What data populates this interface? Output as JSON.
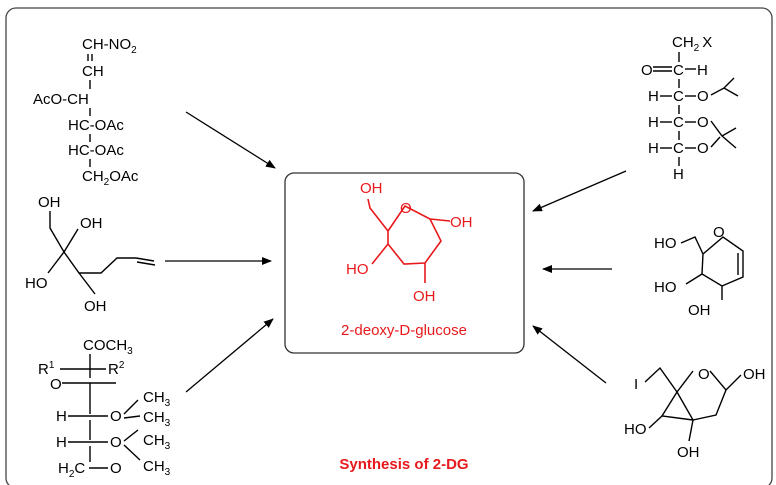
{
  "colors": {
    "product": "#e8191c",
    "line": "#000000",
    "frame": "#333333"
  },
  "product": {
    "name": "2-deoxy-D-glucose"
  },
  "caption": "Synthesis of 2-DG",
  "labels": {
    "ch_no2": "CH-NO",
    "sub2": "2",
    "ch": "CH",
    "aco_ch": "AcO-CH",
    "hc_oac": "HC-OAc",
    "ch2oac_a": "CH",
    "ch2oac_b": "OAc",
    "oh": "OH",
    "ho": "HO",
    "coch3_a": "COCH",
    "sub3": "3",
    "r": "R",
    "sup1": "1",
    "sup2": "2",
    "o": "O",
    "h": "H",
    "ch3_a": "CH",
    "h2c_a": "H",
    "h2c_b": "C",
    "ch2x_a": "CH",
    "ch2x_b": "X",
    "c": "C",
    "i": "I"
  }
}
